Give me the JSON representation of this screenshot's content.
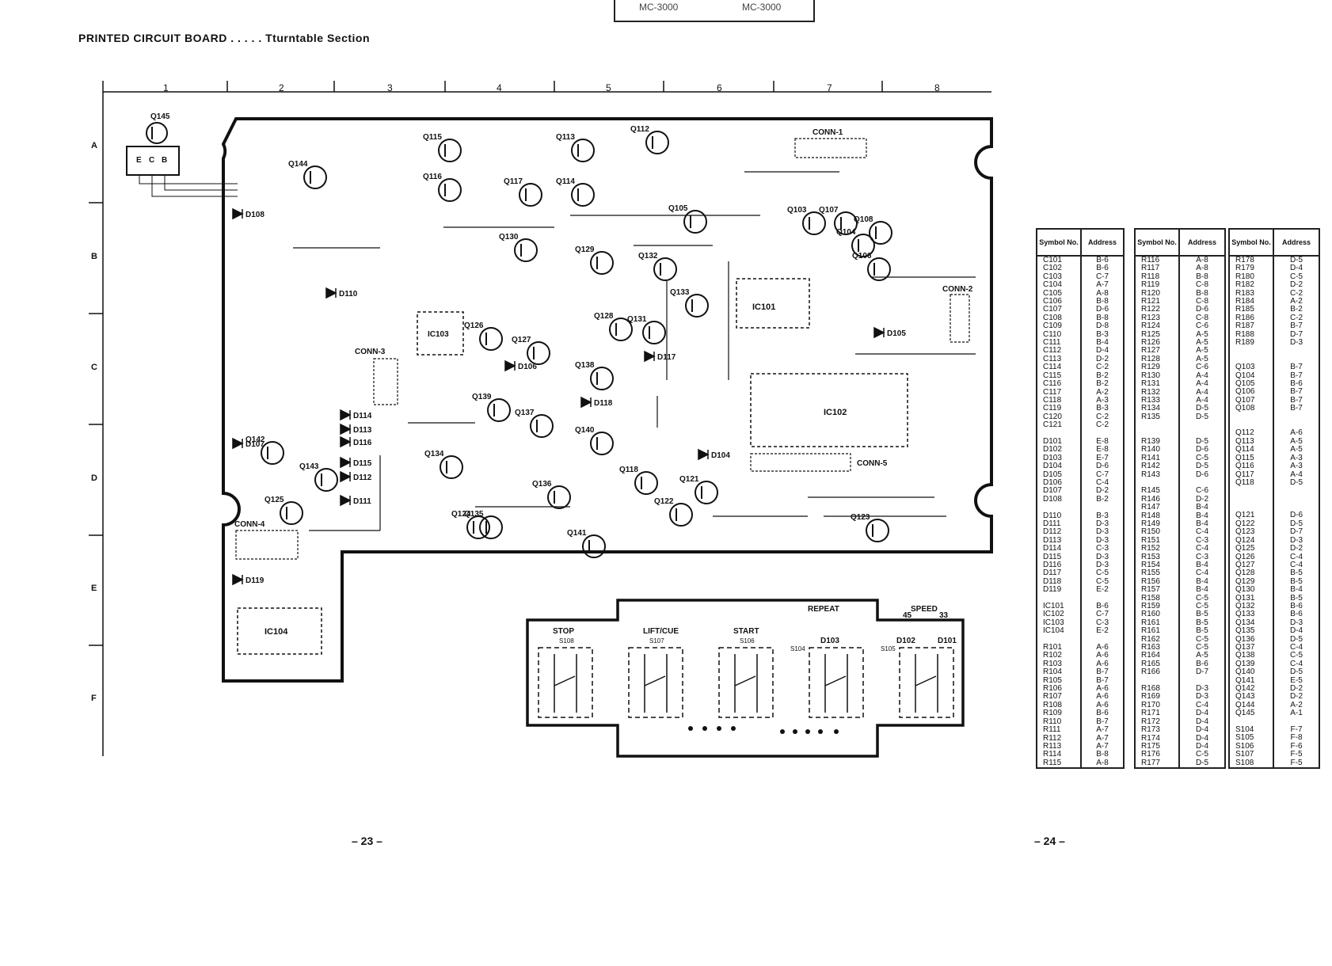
{
  "header": {
    "title": "PRINTED CIRCUIT BOARD . . . . . Tturntable Section",
    "top_box_left": "MC-3000",
    "top_box_right": "MC-3000"
  },
  "page_numbers": {
    "left": "– 23 –",
    "right": "– 24 –"
  },
  "grid": {
    "columns": [
      "1",
      "2",
      "3",
      "4",
      "5",
      "6",
      "7",
      "8"
    ],
    "rows": [
      "A",
      "B",
      "C",
      "D",
      "E",
      "F"
    ]
  },
  "board": {
    "transistors": [
      "Q145",
      "Q144",
      "Q115",
      "Q116",
      "Q117",
      "Q113",
      "Q114",
      "Q112",
      "Q105",
      "Q103",
      "Q108",
      "Q107",
      "Q104",
      "Q106",
      "Q130",
      "Q129",
      "Q132",
      "Q133",
      "Q126",
      "Q127",
      "Q128",
      "Q131",
      "Q138",
      "Q139",
      "Q137",
      "Q140",
      "Q134",
      "Q143",
      "Q142",
      "Q125",
      "Q124",
      "Q135",
      "Q136",
      "Q118",
      "Q121",
      "Q122",
      "Q141",
      "Q123"
    ],
    "ics": [
      "IC101",
      "IC102",
      "IC103",
      "IC104"
    ],
    "connectors": [
      "CONN-1",
      "CONN-2",
      "CONN-3",
      "CONN-4",
      "CONN-5"
    ],
    "diodes": [
      "D108",
      "D110",
      "D105",
      "D106",
      "D117",
      "D118",
      "D104",
      "D114",
      "D113",
      "D116",
      "D115",
      "D112",
      "D111",
      "D107",
      "D119"
    ],
    "switches": [
      {
        "name": "STOP",
        "ref": "S108"
      },
      {
        "name": "LIFT/CUE",
        "ref": "S107"
      },
      {
        "name": "START",
        "ref": "S106"
      },
      {
        "name": "REPEAT",
        "ref": "S104",
        "led": "D103"
      },
      {
        "name": "SPEED",
        "ref": "S105",
        "led1": "D102",
        "led2": "D101",
        "speed1": "45",
        "speed2": "33"
      }
    ]
  },
  "tables": [
    {
      "headers": [
        "Symbol No.",
        "Address"
      ],
      "rows": [
        [
          "C101",
          "B-6"
        ],
        [
          "C102",
          "B-6"
        ],
        [
          "C103",
          "C-7"
        ],
        [
          "C104",
          "A-7"
        ],
        [
          "C105",
          "A-8"
        ],
        [
          "C106",
          "B-8"
        ],
        [
          "C107",
          "D-6"
        ],
        [
          "C108",
          "B-8"
        ],
        [
          "C109",
          "D-8"
        ],
        [
          "C110",
          "B-3"
        ],
        [
          "C111",
          "B-4"
        ],
        [
          "C112",
          "D-4"
        ],
        [
          "C113",
          "D-2"
        ],
        [
          "C114",
          "C-2"
        ],
        [
          "C115",
          "B-2"
        ],
        [
          "C116",
          "B-2"
        ],
        [
          "C117",
          "A-2"
        ],
        [
          "C118",
          "A-3"
        ],
        [
          "C119",
          "B-3"
        ],
        [
          "C120",
          "C-2"
        ],
        [
          "C121",
          "C-2"
        ],
        [
          "",
          ""
        ],
        [
          "D101",
          "E-8"
        ],
        [
          "D102",
          "E-8"
        ],
        [
          "D103",
          "E-7"
        ],
        [
          "D104",
          "D-6"
        ],
        [
          "D105",
          "C-7"
        ],
        [
          "D106",
          "C-4"
        ],
        [
          "D107",
          "D-2"
        ],
        [
          "D108",
          "B-2"
        ],
        [
          "",
          ""
        ],
        [
          "D110",
          "B-3"
        ],
        [
          "D111",
          "D-3"
        ],
        [
          "D112",
          "D-3"
        ],
        [
          "D113",
          "D-3"
        ],
        [
          "D114",
          "C-3"
        ],
        [
          "D115",
          "D-3"
        ],
        [
          "D116",
          "D-3"
        ],
        [
          "D117",
          "C-5"
        ],
        [
          "D118",
          "C-5"
        ],
        [
          "D119",
          "E-2"
        ],
        [
          "",
          ""
        ],
        [
          "IC101",
          "B-6"
        ],
        [
          "IC102",
          "C-7"
        ],
        [
          "IC103",
          "C-3"
        ],
        [
          "IC104",
          "E-2"
        ],
        [
          "",
          ""
        ],
        [
          "R101",
          "A-6"
        ],
        [
          "R102",
          "A-6"
        ],
        [
          "R103",
          "A-6"
        ],
        [
          "R104",
          "B-7"
        ],
        [
          "R105",
          "B-7"
        ],
        [
          "R106",
          "A-6"
        ],
        [
          "R107",
          "A-6"
        ],
        [
          "R108",
          "A-6"
        ],
        [
          "R109",
          "B-6"
        ],
        [
          "R110",
          "B-7"
        ],
        [
          "R111",
          "A-7"
        ],
        [
          "R112",
          "A-7"
        ],
        [
          "R113",
          "A-7"
        ],
        [
          "R114",
          "B-8"
        ],
        [
          "R115",
          "A-8"
        ]
      ]
    },
    {
      "headers": [
        "Symbol No.",
        "Address"
      ],
      "rows": [
        [
          "R116",
          "A-8"
        ],
        [
          "R117",
          "A-8"
        ],
        [
          "R118",
          "B-8"
        ],
        [
          "R119",
          "C-8"
        ],
        [
          "R120",
          "B-8"
        ],
        [
          "R121",
          "C-8"
        ],
        [
          "R122",
          "D-6"
        ],
        [
          "R123",
          "C-8"
        ],
        [
          "R124",
          "C-6"
        ],
        [
          "R125",
          "A-5"
        ],
        [
          "R126",
          "A-5"
        ],
        [
          "R127",
          "A-5"
        ],
        [
          "R128",
          "A-5"
        ],
        [
          "R129",
          "C-6"
        ],
        [
          "R130",
          "A-4"
        ],
        [
          "R131",
          "A-4"
        ],
        [
          "R132",
          "A-4"
        ],
        [
          "R133",
          "A-4"
        ],
        [
          "R134",
          "D-5"
        ],
        [
          "R135",
          "D-5"
        ],
        [
          "",
          ""
        ],
        [
          "",
          ""
        ],
        [
          "R139",
          "D-5"
        ],
        [
          "R140",
          "D-6"
        ],
        [
          "R141",
          "C-5"
        ],
        [
          "R142",
          "D-5"
        ],
        [
          "R143",
          "D-6"
        ],
        [
          "",
          ""
        ],
        [
          "R145",
          "C-6"
        ],
        [
          "R146",
          "D-2"
        ],
        [
          "R147",
          "B-4"
        ],
        [
          "R148",
          "B-4"
        ],
        [
          "R149",
          "B-4"
        ],
        [
          "R150",
          "C-4"
        ],
        [
          "R151",
          "C-3"
        ],
        [
          "R152",
          "C-4"
        ],
        [
          "R153",
          "C-3"
        ],
        [
          "R154",
          "B-4"
        ],
        [
          "R155",
          "C-4"
        ],
        [
          "R156",
          "B-4"
        ],
        [
          "R157",
          "B-4"
        ],
        [
          "R158",
          "C-5"
        ],
        [
          "R159",
          "C-5"
        ],
        [
          "R160",
          "B-5"
        ],
        [
          "R161",
          "B-5"
        ],
        [
          "R161",
          "B-5"
        ],
        [
          "R162",
          "C-5"
        ],
        [
          "R163",
          "C-5"
        ],
        [
          "R164",
          "A-5"
        ],
        [
          "R165",
          "B-6"
        ],
        [
          "R166",
          "D-7"
        ],
        [
          "",
          ""
        ],
        [
          "R168",
          "D-3"
        ],
        [
          "R169",
          "D-3"
        ],
        [
          "R170",
          "C-4"
        ],
        [
          "R171",
          "D-4"
        ],
        [
          "R172",
          "D-4"
        ],
        [
          "R173",
          "D-4"
        ],
        [
          "R174",
          "D-4"
        ],
        [
          "R175",
          "D-4"
        ],
        [
          "R176",
          "C-5"
        ],
        [
          "R177",
          "D-5"
        ]
      ]
    },
    {
      "headers": [
        "Symbol No.",
        "Address"
      ],
      "rows": [
        [
          "R178",
          "D-5"
        ],
        [
          "R179",
          "D-4"
        ],
        [
          "R180",
          "C-5"
        ],
        [
          "R182",
          "D-2"
        ],
        [
          "R183",
          "C-2"
        ],
        [
          "R184",
          "A-2"
        ],
        [
          "R185",
          "B-2"
        ],
        [
          "R186",
          "C-2"
        ],
        [
          "R187",
          "B-7"
        ],
        [
          "R188",
          "D-7"
        ],
        [
          "R189",
          "D-3"
        ],
        [
          "",
          ""
        ],
        [
          "",
          ""
        ],
        [
          "Q103",
          "B-7"
        ],
        [
          "Q104",
          "B-7"
        ],
        [
          "Q105",
          "B-6"
        ],
        [
          "Q106",
          "B-7"
        ],
        [
          "Q107",
          "B-7"
        ],
        [
          "Q108",
          "B-7"
        ],
        [
          "",
          ""
        ],
        [
          "",
          ""
        ],
        [
          "Q112",
          "A-6"
        ],
        [
          "Q113",
          "A-5"
        ],
        [
          "Q114",
          "A-5"
        ],
        [
          "Q115",
          "A-3"
        ],
        [
          "Q116",
          "A-3"
        ],
        [
          "Q117",
          "A-4"
        ],
        [
          "Q118",
          "D-5"
        ],
        [
          "",
          ""
        ],
        [
          "",
          ""
        ],
        [
          "",
          ""
        ],
        [
          "Q121",
          "D-6"
        ],
        [
          "Q122",
          "D-5"
        ],
        [
          "Q123",
          "D-7"
        ],
        [
          "Q124",
          "D-3"
        ],
        [
          "Q125",
          "D-2"
        ],
        [
          "Q126",
          "C-4"
        ],
        [
          "Q127",
          "C-4"
        ],
        [
          "Q128",
          "B-5"
        ],
        [
          "Q129",
          "B-5"
        ],
        [
          "Q130",
          "B-4"
        ],
        [
          "Q131",
          "B-5"
        ],
        [
          "Q132",
          "B-6"
        ],
        [
          "Q133",
          "B-6"
        ],
        [
          "Q134",
          "D-3"
        ],
        [
          "Q135",
          "D-4"
        ],
        [
          "Q136",
          "D-5"
        ],
        [
          "Q137",
          "C-4"
        ],
        [
          "Q138",
          "C-5"
        ],
        [
          "Q139",
          "C-4"
        ],
        [
          "Q140",
          "D-5"
        ],
        [
          "Q141",
          "E-5"
        ],
        [
          "Q142",
          "D-2"
        ],
        [
          "Q143",
          "D-2"
        ],
        [
          "Q144",
          "A-2"
        ],
        [
          "Q145",
          "A-1"
        ],
        [
          "",
          ""
        ],
        [
          "S104",
          "F-7"
        ],
        [
          "S105",
          "F-8"
        ],
        [
          "S106",
          "F-6"
        ],
        [
          "S107",
          "F-5"
        ],
        [
          "S108",
          "F-5"
        ]
      ]
    }
  ]
}
